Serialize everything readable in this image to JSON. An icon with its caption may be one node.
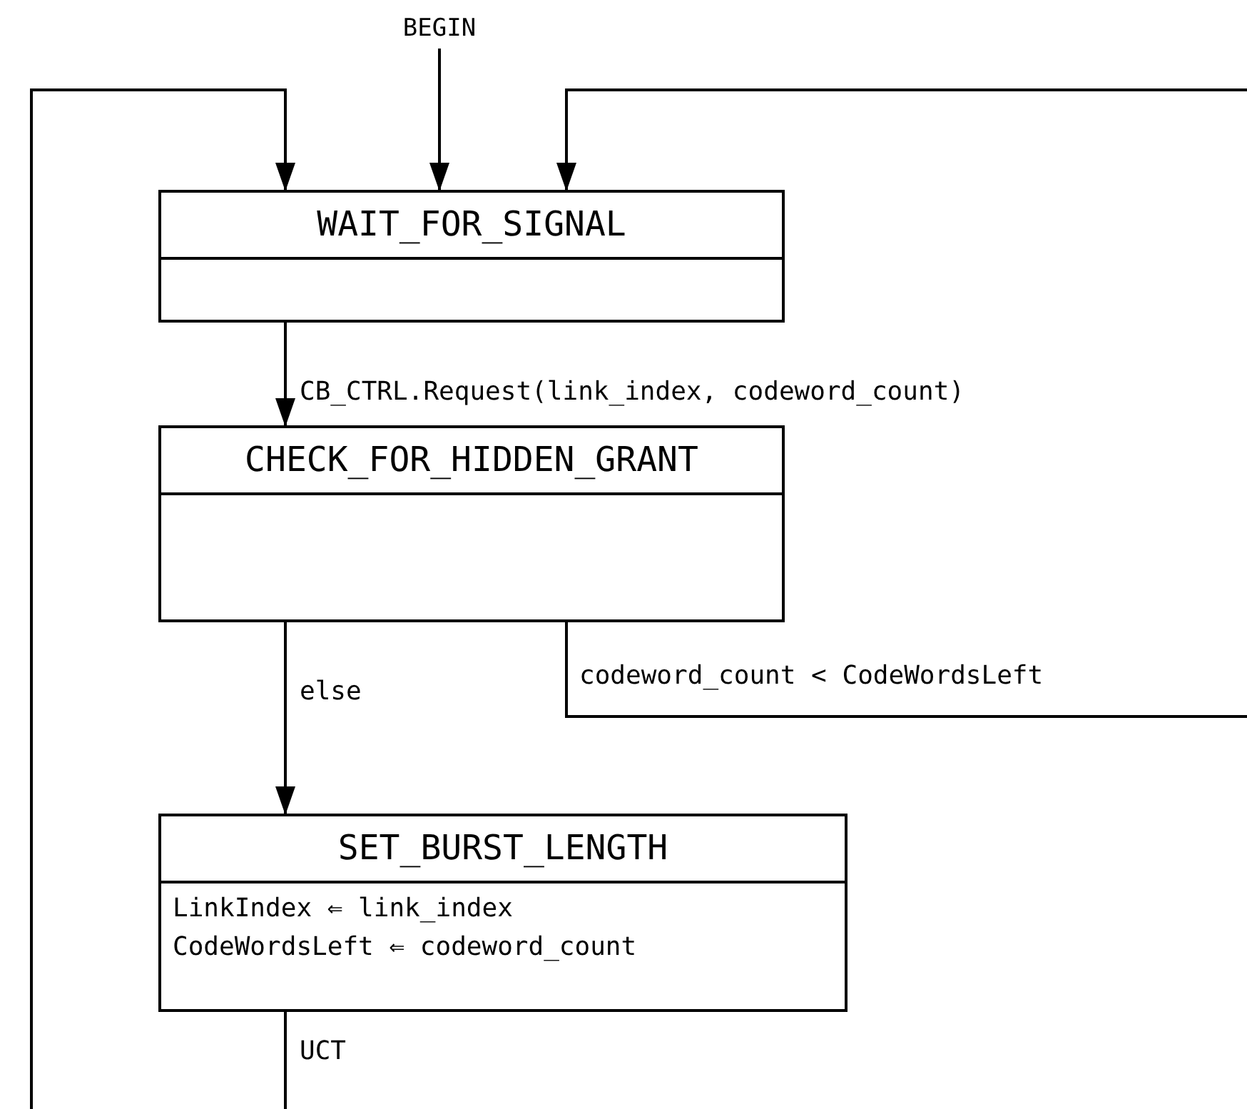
{
  "diagram": {
    "nodes": [
      {
        "text": [
          "BEGIN"
        ]
      },
      {
        "text": [
          "WAIT_FOR_SIGNAL"
        ]
      },
      {
        "text": [
          "CHECK_FOR_HIDDEN_GRANT"
        ]
      },
      {
        "text": [
          "SET_BURST_LENGTH",
          "LinkIndex ⇐ link_index",
          "CodeWordsLeft ⇐ codeword_count"
        ]
      }
    ],
    "edges": [
      {
        "from": 0,
        "to": 1,
        "arrow": "to"
      },
      {
        "from": 1,
        "to": 2,
        "arrow": "to",
        "label": "CB_CTRL.Request(link_index, codeword_count)"
      },
      {
        "from": 2,
        "to": 3,
        "arrow": "to",
        "label": "else"
      },
      {
        "from": 2,
        "to": 1,
        "arrow": "to",
        "label": "codeword_count < CodeWordsLeft"
      },
      {
        "from": 3,
        "to": 1,
        "arrow": "to",
        "label": "UCT"
      }
    ]
  }
}
